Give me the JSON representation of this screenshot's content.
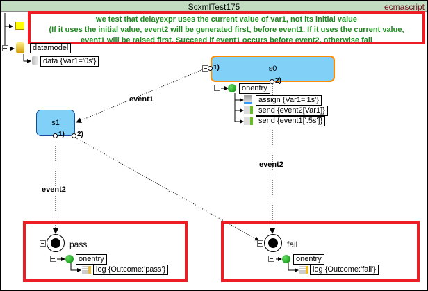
{
  "window": {
    "title": "ScxmlTest175",
    "datamodel_lang": "ecmascript"
  },
  "comment": {
    "lines": [
      "we test that delayexpr uses the current value of var1, not its initial value",
      "(If it uses the initial value, event2 will be generated first, before event1.  If it uses the current value,",
      "event1 will be raised first.  Succeed if event1 occurs before event2, otherwise fail"
    ]
  },
  "datamodel": {
    "label": "datamodel",
    "data": "data {Var1='0s'}"
  },
  "states": {
    "s0": {
      "label": "s0",
      "onentry": "onentry",
      "actions": [
        "assign {Var1='1s'}",
        "send {event2[Var1]}",
        "send {event1['.5s']}"
      ],
      "ports": [
        "1)",
        "2)"
      ]
    },
    "s1": {
      "label": "s1",
      "ports": [
        "1)",
        "2)"
      ]
    },
    "pass": {
      "label": "pass",
      "onentry": "onentry",
      "log": "log {Outcome:'pass'}"
    },
    "fail": {
      "label": "fail",
      "onentry": "onentry",
      "log": "log {Outcome:'fail'}"
    }
  },
  "transitions": [
    {
      "from": "s0",
      "to": "s1",
      "event": "event1"
    },
    {
      "from": "s1",
      "to": "pass",
      "event": "event2"
    },
    {
      "from": "s1",
      "to": "fail",
      "event": "."
    },
    {
      "from": "s0",
      "to": "fail",
      "event": "event2"
    }
  ],
  "colors": {
    "highlight": "#ee1c25",
    "state_fill": "#80d0f8",
    "s0_border": "#ff8c00",
    "comment_text": "#1a8a1a"
  }
}
